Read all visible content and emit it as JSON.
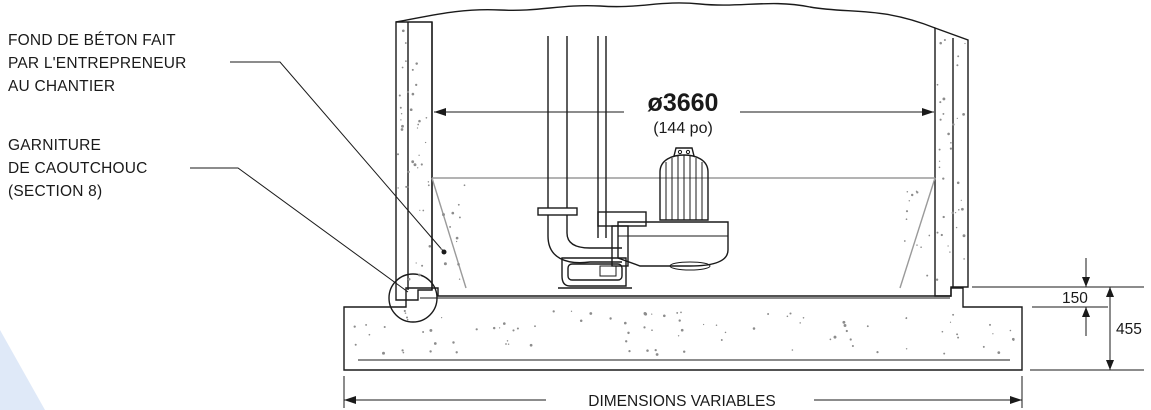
{
  "callouts": {
    "concrete_bottom": [
      "FOND DE BÉTON FAIT",
      "PAR L'ENTREPRENEUR",
      "AU CHANTIER"
    ],
    "rubber_gasket": [
      "GARNITURE",
      "DE CAOUTCHOUC",
      "(SECTION 8)"
    ]
  },
  "dimensions": {
    "diameter_value": "ø3660",
    "diameter_sub": "(144  po)",
    "depth_small": "150",
    "depth_total": "455",
    "width_label": "DIMENSIONS VARIABLES"
  },
  "colors": {
    "line": "#1a1a1a",
    "fill_gray": "#9a9a9a",
    "accent_corner": "#dfe9f8"
  },
  "icons": {
    "pump": "submersible-pump-icon",
    "detail_circle": "detail-circle-icon"
  }
}
